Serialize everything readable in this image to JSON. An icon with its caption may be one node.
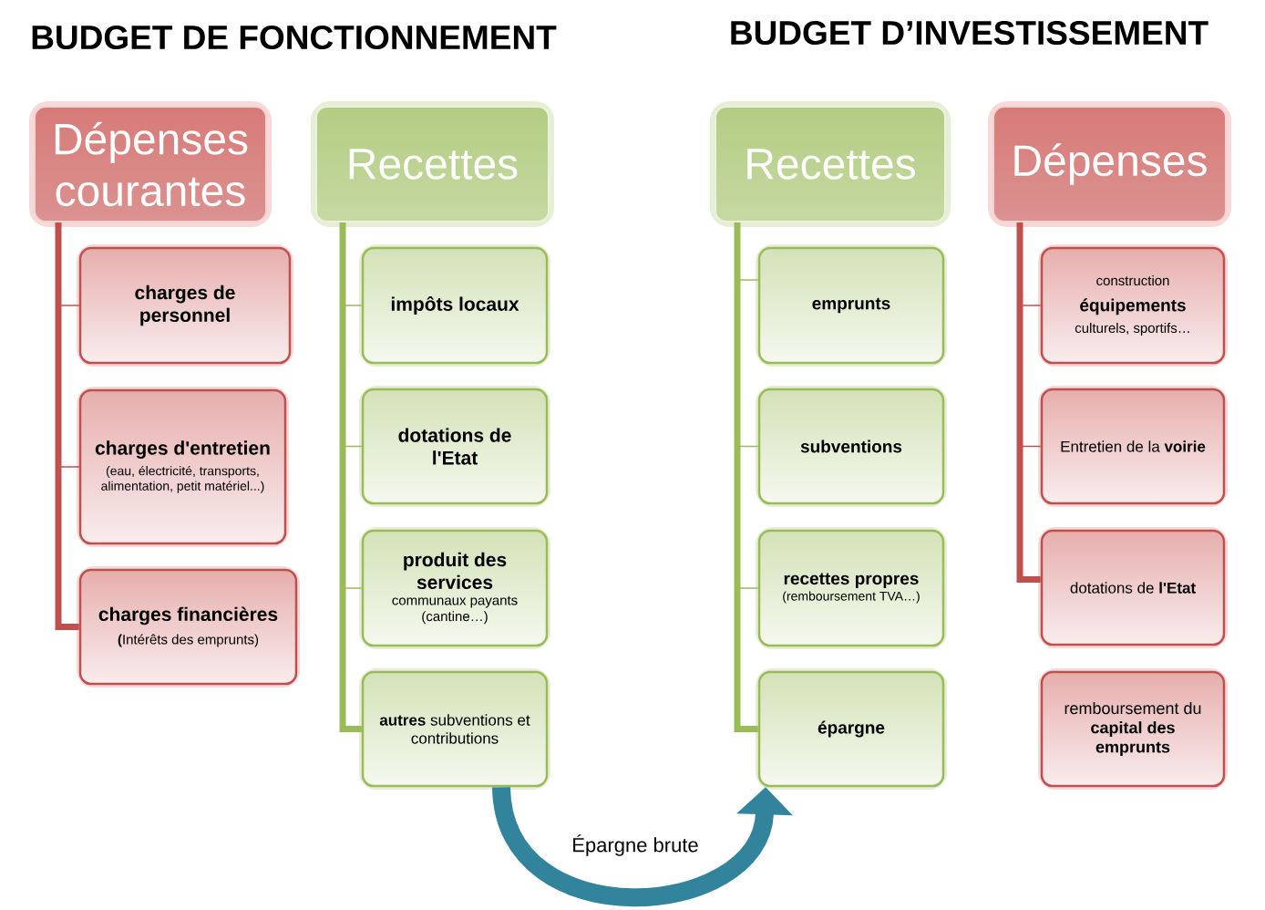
{
  "diagram": {
    "nodes": [
      {
        "text": [
          "Dépenses courantes"
        ]
      },
      {
        "text": [
          "charges de personnel"
        ]
      },
      {
        "text": [
          "charges d'entretien",
          "(eau, électricité, transports, alimentation, petit matériel...)"
        ]
      },
      {
        "text": [
          "charges financières",
          "**(**Intérêts des emprunts)"
        ]
      },
      {
        "text": [
          "Recettes"
        ]
      },
      {
        "text": [
          "impôts locaux"
        ]
      },
      {
        "text": [
          "dotations de l'Etat"
        ]
      },
      {
        "text": [
          "produit des services",
          "communaux payants (cantine…)"
        ]
      },
      {
        "text": [
          "**autres** subventions et contributions"
        ]
      },
      {
        "text": [
          "Recettes"
        ]
      },
      {
        "text": [
          "emprunts"
        ]
      },
      {
        "text": [
          "subventions"
        ]
      },
      {
        "text": [
          "recettes propres",
          "(remboursement TVA…)"
        ]
      },
      {
        "text": [
          "épargne"
        ]
      },
      {
        "text": [
          "Dépenses"
        ]
      },
      {
        "text": [
          "construction",
          "équipements",
          "culturels, sportifs…"
        ]
      },
      {
        "text": [
          "Entretien de la **voirie**"
        ]
      },
      {
        "text": [
          "dotations de **l'Etat**"
        ]
      },
      {
        "text": [
          "remboursement du **capital des emprunts**"
        ]
      }
    ],
    "edges": [
      {
        "from": 0,
        "to": 1,
        "arrow": "none",
        "color": "#c0504d"
      },
      {
        "from": 0,
        "to": 2,
        "arrow": "none",
        "color": "#c0504d"
      },
      {
        "from": 0,
        "to": 3,
        "arrow": "none",
        "color": "#c0504d"
      },
      {
        "from": 4,
        "to": 5,
        "arrow": "none"
      },
      {
        "from": 4,
        "to": 6,
        "arrow": "none"
      },
      {
        "from": 4,
        "to": 7,
        "arrow": "none"
      },
      {
        "from": 4,
        "to": 8,
        "arrow": "none"
      },
      {
        "from": 9,
        "to": 10,
        "arrow": "none"
      },
      {
        "from": 9,
        "to": 11,
        "arrow": "none"
      },
      {
        "from": 9,
        "to": 12,
        "arrow": "none"
      },
      {
        "from": 9,
        "to": 13,
        "arrow": "none"
      },
      {
        "from": 14,
        "to": 15,
        "arrow": "none",
        "color": "#c0504d"
      },
      {
        "from": 14,
        "to": 16,
        "arrow": "none",
        "color": "#c0504d"
      },
      {
        "from": 14,
        "to": 17,
        "arrow": "none",
        "color": "#c0504d"
      },
      {
        "from": 8,
        "to": 13,
        "arrow": "to",
        "label": "Épargne brute",
        "style": "thick",
        "color": "#31849b"
      }
    ],
    "labels": [
      "BUDGET DE FONCTIONNEMENT",
      "BUDGET D’INVESTISSEMENT"
    ]
  }
}
